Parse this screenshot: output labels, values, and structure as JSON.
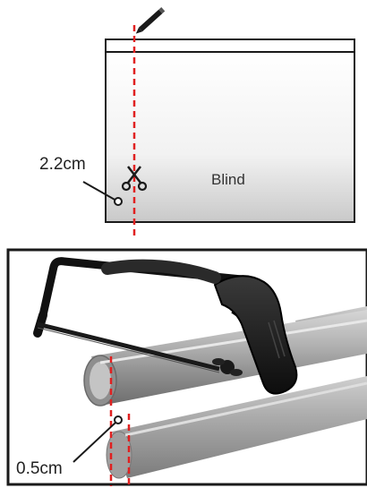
{
  "top_panel": {
    "blind_label": "Blind",
    "measurement_label": "2.2cm",
    "icons": [
      "pencil-icon",
      "scissors-icon"
    ]
  },
  "bottom_panel": {
    "measurement_label": "0.5cm",
    "illustration": "hacksaw-cutting-tube"
  },
  "colors": {
    "cut_line": "#e02020",
    "outline": "#1a1a1a",
    "tube": "#9a9a9a"
  }
}
